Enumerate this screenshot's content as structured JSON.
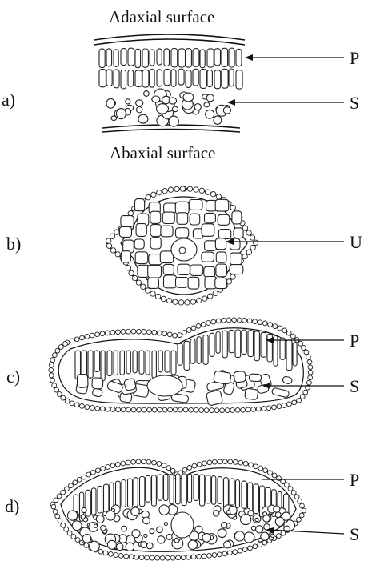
{
  "panels": [
    {
      "id": "a",
      "label": "a)",
      "top_caption": "Adaxial surface",
      "bottom_caption": "Abaxial surface",
      "callouts": [
        "P",
        "S"
      ]
    },
    {
      "id": "b",
      "label": "b)",
      "callouts": [
        "U"
      ]
    },
    {
      "id": "c",
      "label": "c)",
      "callouts": [
        "P",
        "S"
      ]
    },
    {
      "id": "d",
      "label": "d)",
      "callouts": [
        "P",
        "S"
      ]
    }
  ]
}
